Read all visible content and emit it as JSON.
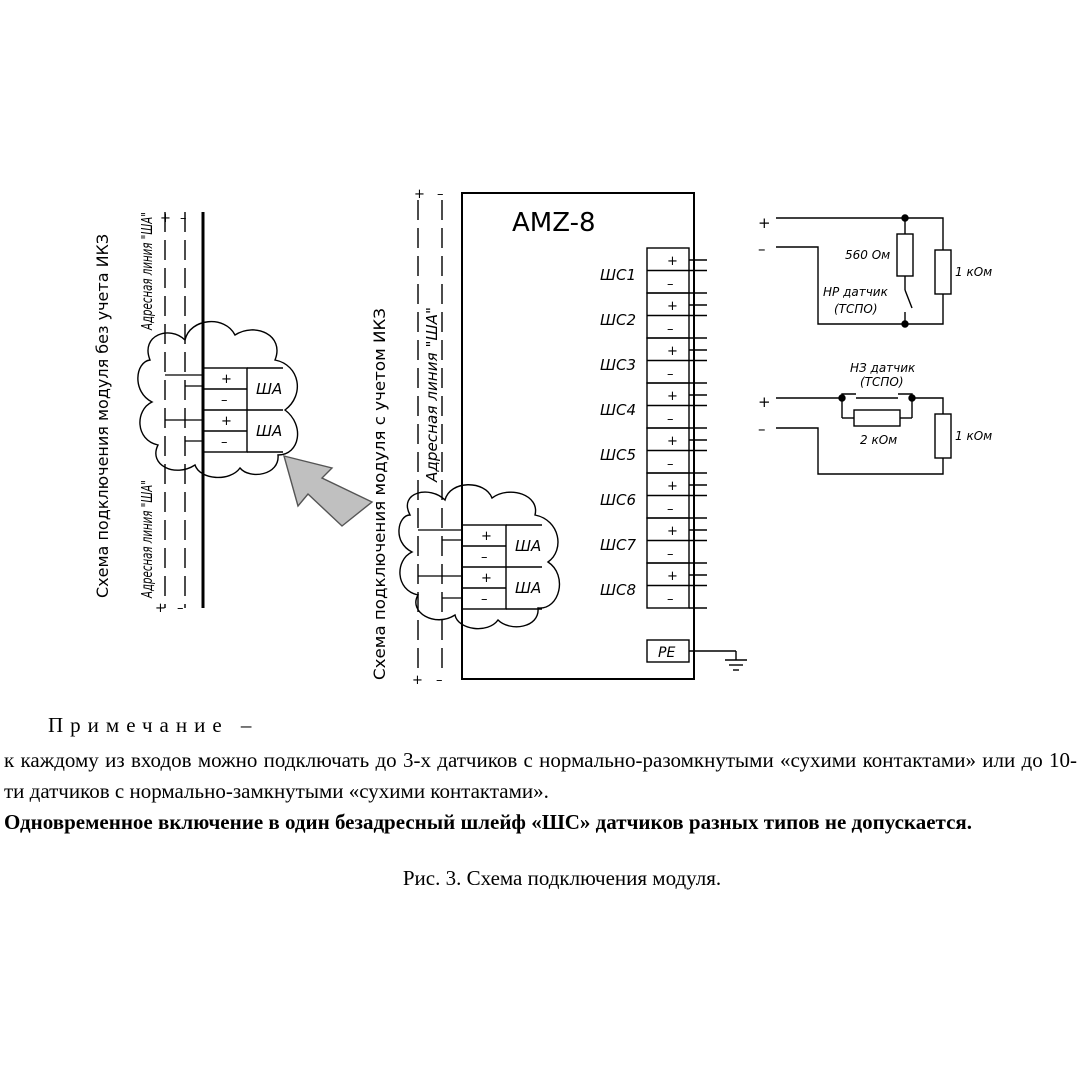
{
  "diagram": {
    "left_scheme": {
      "caption": "Схема подключения модуля без учета ИКЗ",
      "line_top_label": "Адресная линия \"ША\"",
      "line_bottom_label": "Адресная линия \"ША\"",
      "polarity_plus": "+",
      "polarity_minus": "–",
      "terminal_plus": "+",
      "terminal_minus": "–",
      "terminal_labels": [
        "ША",
        "ША"
      ]
    },
    "right_scheme": {
      "caption": "Схема подключения модуля с учетом ИКЗ",
      "line_label": "Адресная линия \"ША\"",
      "polarity_plus": "+",
      "polarity_minus": "–",
      "terminal_labels": [
        "ША",
        "ША"
      ]
    },
    "module": {
      "title": "AMZ-8",
      "loops": [
        "ШС1",
        "ШС2",
        "ШС3",
        "ШС4",
        "ШС5",
        "ШС6",
        "ШС7",
        "ШС8"
      ],
      "pe_label": "PE"
    },
    "nr_circuit": {
      "plus": "+",
      "minus": "–",
      "resistor_560": "560 Ом",
      "resistor_1k": "1 кОм",
      "sensor_line1": "НР датчик",
      "sensor_line2": "(ТСПО)"
    },
    "nz_circuit": {
      "plus": "+",
      "minus": "–",
      "sensor_line1": "НЗ датчик",
      "sensor_line2": "(ТСПО)",
      "resistor_2k": "2 кОм",
      "resistor_1k": "1 кОм"
    }
  },
  "note": {
    "heading": "Примечание –",
    "body": "к каждому из входов можно подключать до 3-х датчиков с нормально-разомкнутыми «сухими контактами» или до 10-ти датчиков с нормально-замкнутыми «сухими контактами».",
    "warning": "Одновременное включение в один безадресный шлейф «ШС» датчиков разных типов не допускается."
  },
  "caption": "Рис. 3. Схема подключения модуля."
}
